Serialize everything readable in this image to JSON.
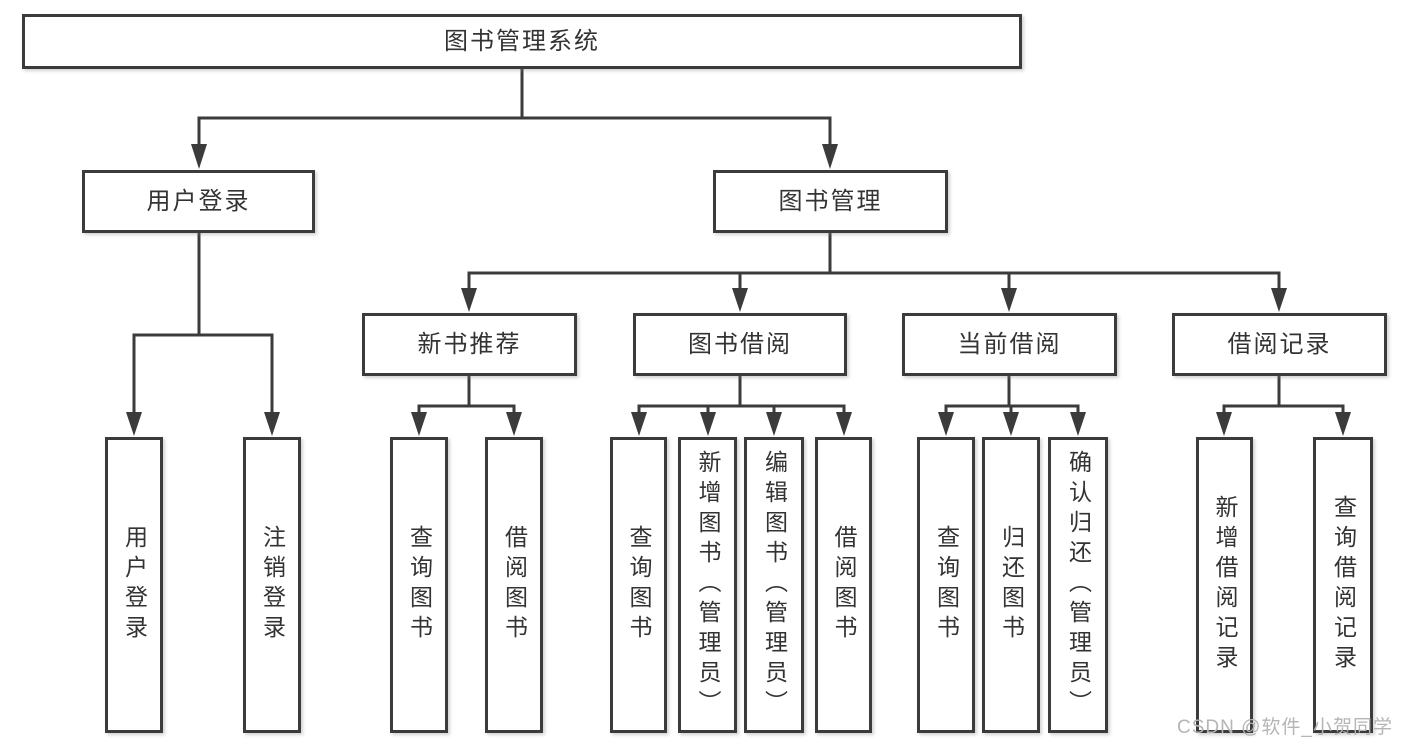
{
  "diagram": {
    "type": "tree-structure-chart",
    "nodes": {
      "root": "图书管理系统",
      "user_login": "用户登录",
      "book_mgmt": "图书管理",
      "new_book_rec": "新书推荐",
      "book_borrow": "图书借阅",
      "current_borrow": "当前借阅",
      "borrow_records": "借阅记录",
      "leaf_user_login": "用户登录",
      "leaf_logout": "注销登录",
      "rec_query_book": "查询图书",
      "rec_borrow_book": "借阅图书",
      "borrow_query_book": "查询图书",
      "borrow_add_book": "新增图书（管理员）",
      "borrow_edit_book": "编辑图书（管理员）",
      "borrow_borrow_book": "借阅图书",
      "current_query_book": "查询图书",
      "current_return_book": "归还图书",
      "current_confirm_return": "确认归还（管理员）",
      "records_add_record": "新增借阅记录",
      "records_query_record": "查询借阅记录"
    },
    "hierarchy": {
      "图书管理系统": {
        "用户登录": [
          "用户登录",
          "注销登录"
        ],
        "图书管理": {
          "新书推荐": [
            "查询图书",
            "借阅图书"
          ],
          "图书借阅": [
            "查询图书",
            "新增图书（管理员）",
            "编辑图书（管理员）",
            "借阅图书"
          ],
          "当前借阅": [
            "查询图书",
            "归还图书",
            "确认归还（管理员）"
          ],
          "借阅记录": [
            "新增借阅记录",
            "查询借阅记录"
          ]
        }
      }
    },
    "colors": {
      "line": "#3b3b3b",
      "border": "#3b3b3b",
      "text": "#333333",
      "box_fill": "#ffffff"
    }
  },
  "watermark": {
    "text": "CSDN @软件_小贺同学",
    "color": "#b5b5b5"
  }
}
